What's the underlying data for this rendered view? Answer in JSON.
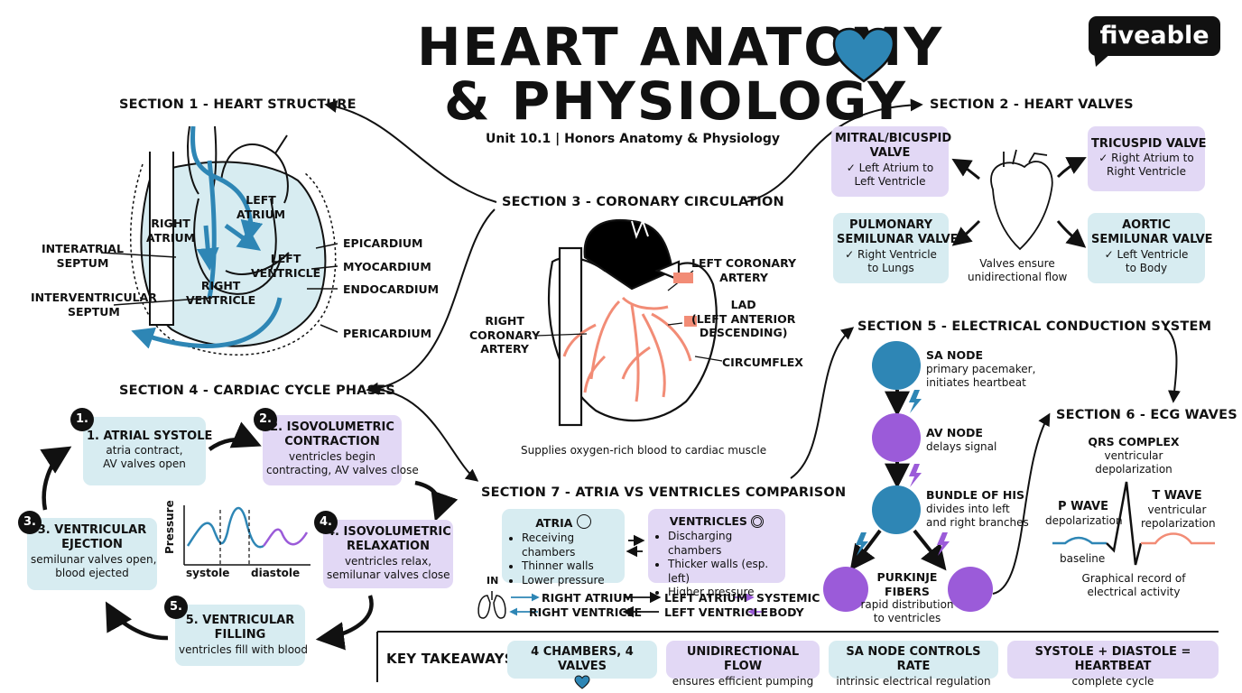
{
  "title_line1": "HEART ANATOMY",
  "title_line2": "& PHYSIOLOGY",
  "subtitle": "Unit 10.1 | Honors Anatomy & Physiology",
  "brand": "fiveable",
  "colors": {
    "blue_fill": "#d7ecf1",
    "purple_fill": "#e2d8f5",
    "accent_blue": "#2e86b5",
    "accent_purple": "#9b5bd9",
    "artery": "#f28c76"
  },
  "section1": {
    "title": "SECTION 1 - HEART STRUCTURE",
    "labels": {
      "right_atrium": "RIGHT\nATRIUM",
      "left_atrium": "LEFT\nATRIUM",
      "left_ventricle": "LEFT\nVENTRICLE",
      "right_ventricle": "RIGHT\nVENTRICLE",
      "interatrial_septum": "INTERATRIAL\nSEPTUM",
      "interventricular_septum": "INTERVENTRICULAR\nSEPTUM",
      "epicardium": "EPICARDIUM",
      "myocardium": "MYOCARDIUM",
      "endocardium": "ENDOCARDIUM",
      "pericardium": "PERICARDIUM"
    }
  },
  "section2": {
    "title": "SECTION 2 - HEART VALVES",
    "center_note": "Valves ensure\nunidirectional flow",
    "valves": [
      {
        "name": "MITRAL/BICUSPID\nVALVE",
        "desc": "✓ Left Atrium to\nLeft Ventricle"
      },
      {
        "name": "TRICUSPID VALVE",
        "desc": "✓ Right Atrium to\nRight Ventricle"
      },
      {
        "name": "PULMONARY\nSEMILUNAR VALVE",
        "desc": "✓ Right Ventricle\nto Lungs"
      },
      {
        "name": "AORTIC\nSEMILUNAR VALVE",
        "desc": "✓ Left Ventricle\nto Body"
      }
    ]
  },
  "section3": {
    "title": "SECTION 3 - CORONARY CIRCULATION",
    "labels": {
      "left_coronary": "LEFT CORONARY\nARTERY",
      "lad": "LAD\n(LEFT ANTERIOR\nDESCENDING)",
      "circumflex": "CIRCUMFLEX",
      "right_coronary": "RIGHT\nCORONARY\nARTERY"
    },
    "caption": "Supplies oxygen-rich blood to cardiac muscle"
  },
  "section4": {
    "title": "SECTION 4 - CARDIAC CYCLE PHASES",
    "phases": [
      {
        "num": "1.",
        "name": "1. ATRIAL SYSTOLE",
        "desc": "atria contract,\nAV valves open"
      },
      {
        "num": "2.",
        "name": "2. ISOVOLUMETRIC\nCONTRACTION",
        "desc": "ventricles begin\ncontracting, AV valves close"
      },
      {
        "num": "3.",
        "name": "3. VENTRICULAR\nEJECTION",
        "desc": "semilunar valves open,\nblood ejected"
      },
      {
        "num": "4.",
        "name": "4. ISOVOLUMETRIC\nRELAXATION",
        "desc": "ventricles relax,\nsemilunar valves close"
      },
      {
        "num": "5.",
        "name": "5. VENTRICULAR\nFILLING",
        "desc": "ventricles fill with blood"
      }
    ],
    "graph": {
      "ylabel": "Pressure",
      "systole": "systole",
      "diastole": "diastole"
    }
  },
  "section5": {
    "title": "SECTION 5 - ELECTRICAL CONDUCTION SYSTEM",
    "nodes": [
      {
        "name": "SA NODE",
        "desc": "primary pacemaker,\ninitiates heartbeat"
      },
      {
        "name": "AV NODE",
        "desc": "delays signal"
      },
      {
        "name": "BUNDLE OF HIS",
        "desc": "divides into left\nand right branches"
      },
      {
        "name": "PURKINJE\nFIBERS",
        "desc": "rapid distribution\nto ventricles"
      }
    ]
  },
  "section6": {
    "title": "SECTION 6 - ECG WAVES",
    "qrs": {
      "name": "QRS COMPLEX",
      "desc": "ventricular\ndepolarization"
    },
    "p_wave": {
      "name": "P WAVE",
      "desc": "depolarization"
    },
    "t_wave": {
      "name": "T WAVE",
      "desc": "ventricular\nrepolarization"
    },
    "baseline": "baseline",
    "caption": "Graphical record of\nelectrical activity"
  },
  "section7": {
    "title": "SECTION 7 - ATRIA VS VENTRICLES COMPARISON",
    "atria": {
      "title": "ATRIA",
      "items": [
        "Receiving chambers",
        "Thinner walls",
        "Lower pressure"
      ]
    },
    "ventricles": {
      "title": "VENTRICLES",
      "items": [
        "Discharging chambers",
        "Thicker walls (esp. left)",
        "Higher pressure"
      ]
    },
    "flow": {
      "in": "IN",
      "right_atrium": "RIGHT ATRIUM",
      "right_ventricle": "RIGHT VENTRICLE",
      "left_atrium": "LEFT ATRIUM",
      "left_ventricle": "LEFT VENTRICLE",
      "systemic": "SYSTEMIC",
      "body": "BODY"
    }
  },
  "takeaways": {
    "label": "KEY TAKEAWAYS",
    "items": [
      {
        "title": "4 CHAMBERS, 4 VALVES",
        "sub": ""
      },
      {
        "title": "UNIDIRECTIONAL FLOW",
        "sub": "ensures efficient pumping"
      },
      {
        "title": "SA NODE CONTROLS RATE",
        "sub": "intrinsic electrical regulation"
      },
      {
        "title": "SYSTOLE + DIASTOLE = HEARTBEAT",
        "sub": "complete cycle"
      }
    ]
  }
}
